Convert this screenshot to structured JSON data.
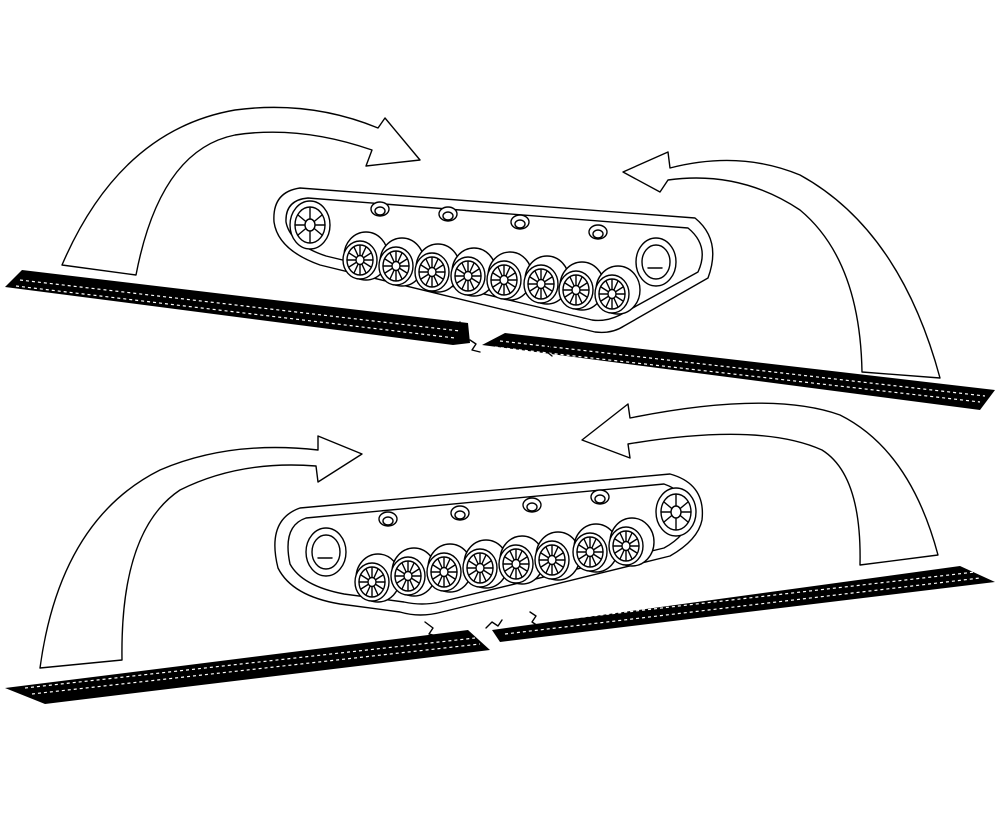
{
  "figure": {
    "background": "#ffffff",
    "line_color": "#000000",
    "panels": [
      {
        "name": "top",
        "drive_sprocket_side": "left",
        "road_wheels": 8,
        "return_rollers": 4,
        "arrows": 2
      },
      {
        "name": "bottom",
        "drive_sprocket_side": "right",
        "road_wheels": 8,
        "return_rollers": 4,
        "arrows": 2
      }
    ]
  }
}
